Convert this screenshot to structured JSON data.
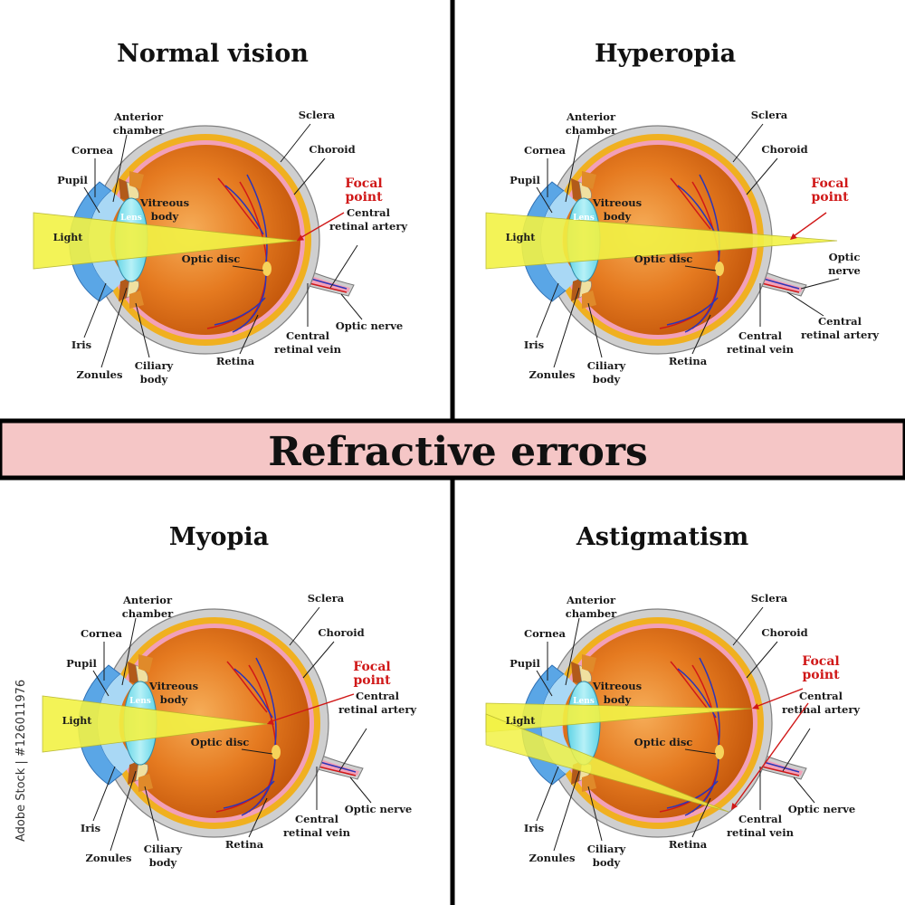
{
  "banner_title": "Refractive errors",
  "stock_id": "Adobe Stock | #126011976",
  "labels": {
    "anterior_chamber": [
      "Anterior",
      "chamber"
    ],
    "cornea": "Cornea",
    "pupil": "Pupil",
    "lens": "Lens",
    "light": "Light",
    "iris": "Iris",
    "zonules": "Zonules",
    "ciliary_body": [
      "Ciliary",
      "body"
    ],
    "vitreous_body": [
      "Vitreous",
      "body"
    ],
    "sclera": "Sclera",
    "choroid": "Choroid",
    "focal_point": [
      "Focal",
      "point"
    ],
    "optic_disc": "Optic disc",
    "retina": "Retina",
    "central_retinal_vein": [
      "Central",
      "retinal vein"
    ],
    "central_retinal_artery": [
      "Central",
      "retinal artery"
    ],
    "optic_nerve": "Optic nerve",
    "optic_nerve_stacked": [
      "Optic",
      "nerve"
    ]
  },
  "panels": [
    {
      "id": "normal",
      "title": "Normal vision"
    },
    {
      "id": "hyperopia",
      "title": "Hyperopia"
    },
    {
      "id": "myopia",
      "title": "Myopia"
    },
    {
      "id": "astigmatism",
      "title": "Astigmatism"
    }
  ],
  "colors": {
    "sclera": "#cfcfcf",
    "choroid": "#f0b020",
    "vitreous_outer": "#c85a08",
    "vitreous_inner": "#f3a24a",
    "retina": "#f2a0b8",
    "vessel_red": "#d01818",
    "vessel_blue": "#2b35b8",
    "lens": "#86e2ee",
    "cornea": "#5aa6e6",
    "light": "#f2f245",
    "banner": "#f5c6c6",
    "focal": "#d01818"
  }
}
